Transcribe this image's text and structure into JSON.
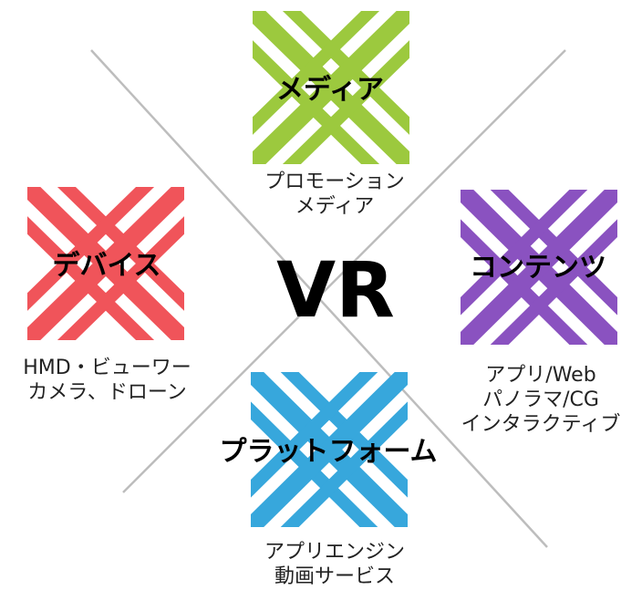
{
  "center_label": "VR",
  "colors": {
    "media": "#9cc93e",
    "device": "#f0545a",
    "contents": "#8a52c0",
    "platform": "#37a7dc",
    "divider": "#bdbdbd"
  },
  "nodes": {
    "media": {
      "title": "メディア",
      "lines": [
        "プロモーション",
        "メディア"
      ],
      "icon": "x-cross-icon"
    },
    "device": {
      "title": "デバイス",
      "lines": [
        "HMD・ビューワー",
        "カメラ、ドローン"
      ],
      "icon": "x-cross-icon"
    },
    "contents": {
      "title": "コンテンツ",
      "lines": [
        "アプリ/Web",
        "パノラマ/CG",
        "インタラクティブ"
      ],
      "icon": "x-cross-icon"
    },
    "platform": {
      "title": "プラットフォーム",
      "lines": [
        "アプリエンジン",
        "動画サービス"
      ],
      "icon": "x-cross-icon"
    }
  }
}
